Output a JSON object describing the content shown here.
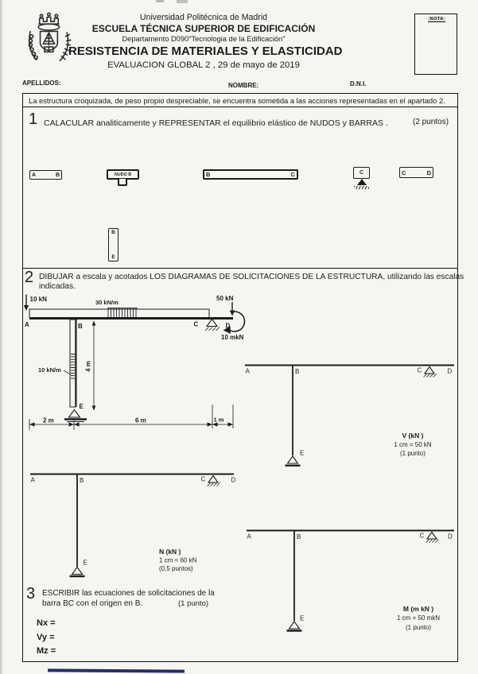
{
  "header": {
    "university": "Universidad Politécnica de Madrid",
    "school": "ESCUELA TÉCNICA SUPERIOR DE EDIFICACIÓN",
    "department": "Departamento D090\"Tecnologia de la Edificación\"",
    "title": "RESISTENCIA DE MATERIALES Y ELASTICIDAD",
    "exam": "EVALUACION GLOBAL 2 , 29 de mayo de 2019",
    "nota": "NOTA",
    "apellidos": "APELLIDOS:",
    "nombre": "NOMBRE:",
    "dni": "D.N.I."
  },
  "statement": "La estructura croquizada, de peso propio despreciable, se encuentra sometida a las acciones representadas en el apartado 2.",
  "labels": {
    "a": "A",
    "b": "B",
    "c": "C",
    "d": "D",
    "e": "E",
    "nudo_b": "NUDO B"
  },
  "q1": {
    "number": "1",
    "text": "CALACULAR analiticamente y REPRESENTAR el equilibrio elástico de NUDOS y BARRAS .",
    "points": "(2 puntos)"
  },
  "q2": {
    "number": "2",
    "line1": "DIBUJAR a escala y acotados LOS DIAGRAMAS DE SOLICITACIONES DE LA ESTRUCTURA, utilizando las escalas",
    "line2": "indicadas.",
    "loads": {
      "point_load_a": "10 kN",
      "distributed_beam": "30 kN/m",
      "point_load_d": "50 kN",
      "moment_d": "10 mkN",
      "distributed_column": "10 kN/m"
    },
    "dimensions": {
      "span_ab": "2 m",
      "span_bc": "6 m",
      "span_cd": "1 m",
      "column_height": "4 m"
    },
    "diagrams": {
      "v": {
        "title": "V (kN )",
        "scale": "1 cm = 50 kN",
        "points": "(1 punto)"
      },
      "n": {
        "title": "N (kN )",
        "scale": "1 cm = 60 kN",
        "points": "(0,5 puntos)"
      },
      "m": {
        "title": "M (m kN )",
        "scale": "1 cm = 50 mkN",
        "points": "(1 punto)"
      }
    }
  },
  "q3": {
    "number": "3",
    "line1": "ESCRIBIR las ecuaciones de solicitaciones de la",
    "line2": "barra BC con el origen en B.",
    "points": "(1 punto)",
    "equations": [
      "Nx =",
      "Vy =",
      "Mz ="
    ]
  }
}
